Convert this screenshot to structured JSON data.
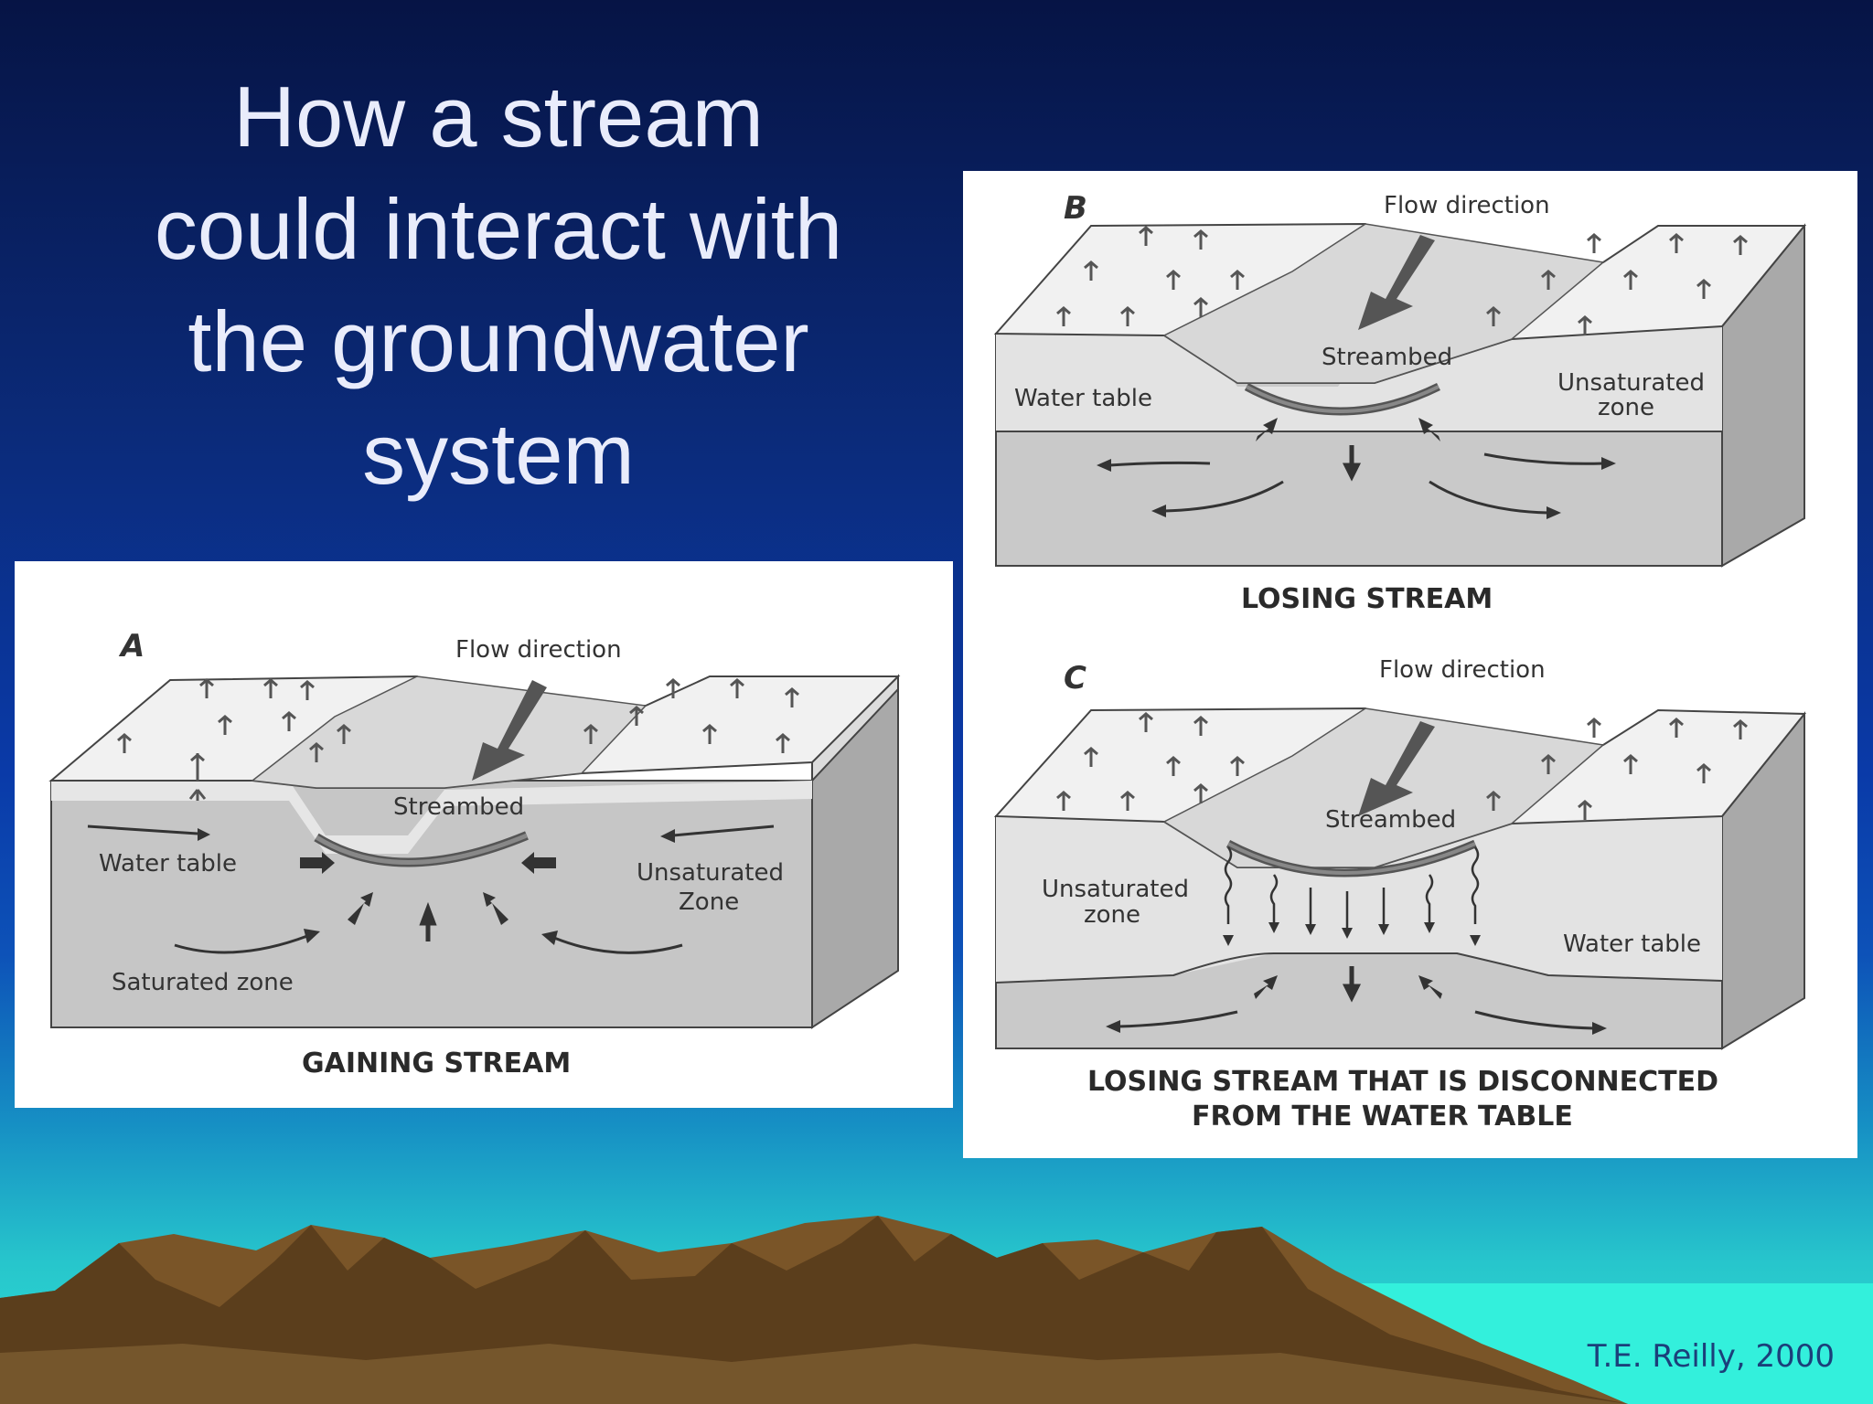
{
  "slide": {
    "title_lines": [
      "How a stream",
      "could interact with",
      "the groundwater",
      "system"
    ],
    "credit": "T.E. Reilly, 2000"
  },
  "diagram_a": {
    "letter": "A",
    "flow_label": "Flow direction",
    "streambed_label": "Streambed",
    "water_table_label": "Water table",
    "unsaturated_label_1": "Unsaturated",
    "unsaturated_label_2": "Zone",
    "saturated_label": "Saturated zone",
    "caption": "GAINING STREAM"
  },
  "diagram_b": {
    "letter": "B",
    "flow_label": "Flow direction",
    "streambed_label": "Streambed",
    "water_table_label": "Water table",
    "unsaturated_label_1": "Unsaturated",
    "unsaturated_label_2": "zone",
    "caption": "LOSING STREAM"
  },
  "diagram_c": {
    "letter": "C",
    "flow_label": "Flow direction",
    "streambed_label": "Streambed",
    "unsaturated_label_1": "Unsaturated",
    "unsaturated_label_2": "zone",
    "water_table_label": "Water table",
    "caption_1": "LOSING STREAM THAT IS DISCONNECTED",
    "caption_2": "FROM THE WATER TABLE"
  },
  "colors": {
    "background_top": "#061445",
    "background_bottom": "#2ee0d4",
    "title_text": "#e9ecfb",
    "mountain": "#6b4a22"
  }
}
